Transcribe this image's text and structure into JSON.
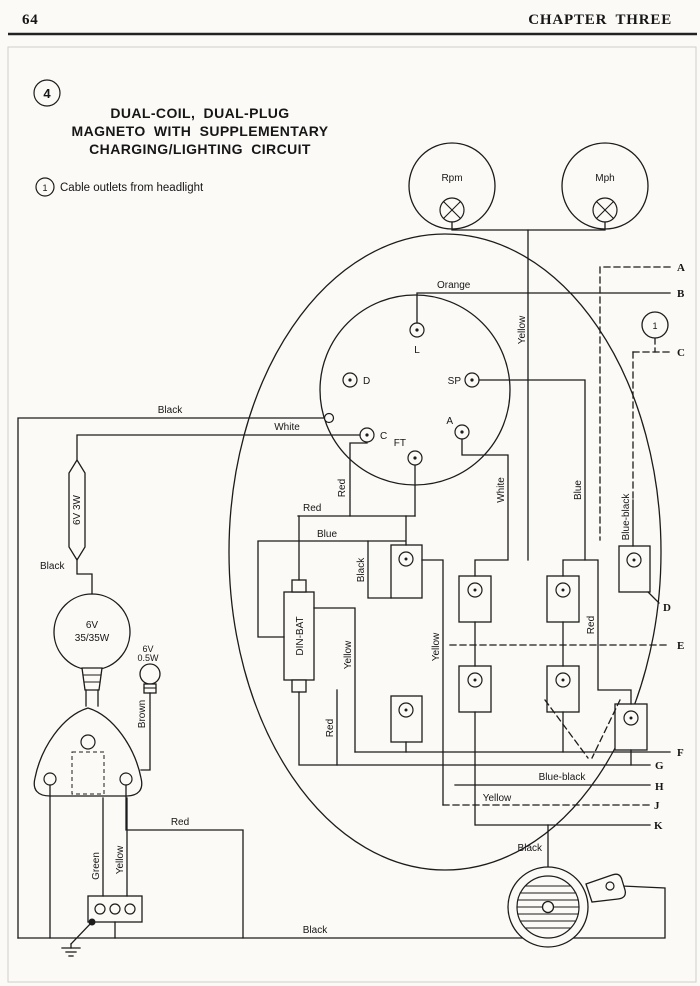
{
  "header": {
    "page_number": "64",
    "chapter": "CHAPTER THREE"
  },
  "figure": {
    "number": "4",
    "title_lines": [
      "DUAL-COIL, DUAL-PLUG",
      "MAGNETO WITH SUPPLEMENTARY",
      "CHARGING/LIGHTING CIRCUIT"
    ],
    "legend_number": "1",
    "legend_text": "Cable outlets from headlight",
    "callout_number": "1"
  },
  "gauges": {
    "rpm": "Rpm",
    "mph": "Mph"
  },
  "magneto": {
    "t_l": "L",
    "t_d": "D",
    "t_sp": "SP",
    "t_c": "C",
    "t_ft": "FT",
    "t_a": "A"
  },
  "components": {
    "fuse_label": "6V 3W",
    "bulb_line1": "6V",
    "bulb_line2": "35/35W",
    "pilot_line1": "6V",
    "pilot_line2": "0.5W",
    "regulator_label": "DIN-BAT"
  },
  "wires": {
    "orange": "Orange",
    "yellow_gauge": "Yellow",
    "black_left": "Black",
    "white_left": "White",
    "red_vert": "Red",
    "red_horiz": "Red",
    "blue_horiz": "Blue",
    "black_fuse": "Black",
    "white_vert": "White",
    "blue_vert": "Blue",
    "blueblack_vert": "Blue-black",
    "black_din": "Black",
    "yellow_din": "Yellow",
    "yellow_mid": "Yellow",
    "red_right": "Red",
    "brown": "Brown",
    "red_cluster": "Red",
    "blueblack_horiz": "Blue-black",
    "yellow_j": "Yellow",
    "red_shell": "Red",
    "green": "Green",
    "yellow_switch": "Yellow",
    "black_horn": "Black",
    "black_bottom": "Black"
  },
  "connectors": {
    "a": "A",
    "b": "B",
    "c": "C",
    "d": "D",
    "e": "E",
    "f": "F",
    "g": "G",
    "h": "H",
    "j": "J",
    "k": "K"
  }
}
